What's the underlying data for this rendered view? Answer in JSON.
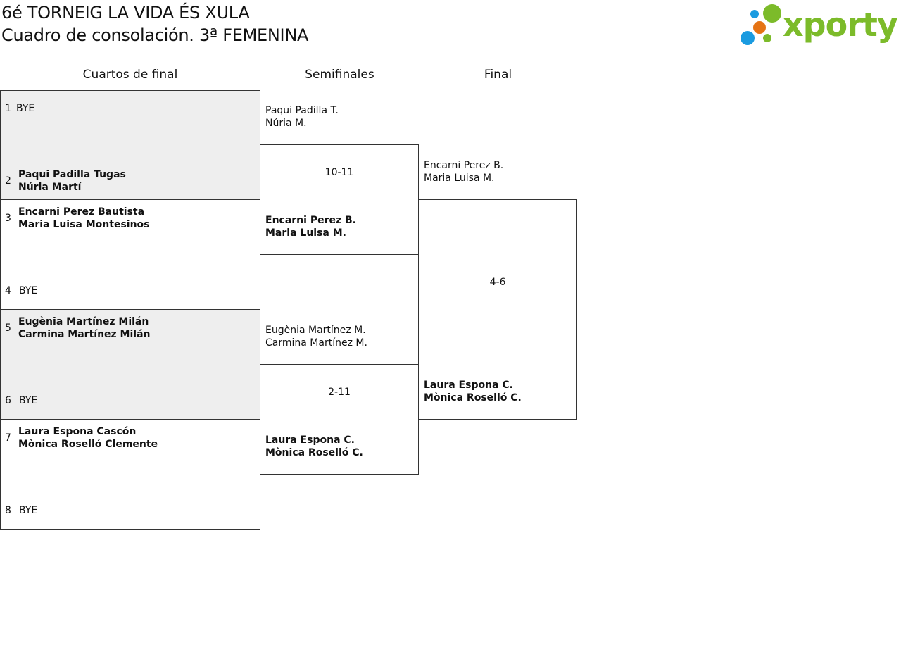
{
  "header": {
    "title_line1": "6é TORNEIG LA VIDA ÉS XULA",
    "title_line2": "Cuadro de consolación. 3ª FEMENINA"
  },
  "logo": {
    "text": "xporty",
    "colors": {
      "text": "#7cbb2a",
      "blue": "#1a9be0",
      "orange": "#e57314",
      "green": "#7cbb2a"
    }
  },
  "columns": {
    "quarterfinals": "Cuartos de final",
    "semifinals": "Semifinales",
    "final": "Final"
  },
  "quarterfinals": [
    {
      "seed": "1",
      "line1": "BYE",
      "line2": ""
    },
    {
      "seed": "2",
      "line1": "Paqui Padilla Tugas",
      "line2": "Núria Martí"
    },
    {
      "seed": "3",
      "line1": "Encarni Perez Bautista",
      "line2": "Maria Luisa Montesinos"
    },
    {
      "seed": "4",
      "line1": "BYE",
      "line2": ""
    },
    {
      "seed": "5",
      "line1": "Eugènia Martínez Milán",
      "line2": "Carmina Martínez Milán"
    },
    {
      "seed": "6",
      "line1": "BYE",
      "line2": ""
    },
    {
      "seed": "7",
      "line1": "Laura Espona Cascón",
      "line2": "Mònica Roselló Clemente"
    },
    {
      "seed": "8",
      "line1": "BYE",
      "line2": ""
    }
  ],
  "semifinals": [
    {
      "top_line1": "Paqui Padilla T.",
      "top_line2": "Núria M.",
      "score": "10-11",
      "bottom_line1": "Encarni Perez B.",
      "bottom_line2": "Maria Luisa M."
    },
    {
      "top_line1": "Eugènia Martínez M.",
      "top_line2": "Carmina Martínez M.",
      "score": "2-11",
      "bottom_line1": "Laura Espona C.",
      "bottom_line2": "Mònica Roselló C."
    }
  ],
  "final": {
    "top_line1": "Encarni Perez B.",
    "top_line2": "Maria Luisa M.",
    "score": "4-6",
    "bottom_line1": "Laura Espona C.",
    "bottom_line2": "Mònica Roselló C."
  }
}
